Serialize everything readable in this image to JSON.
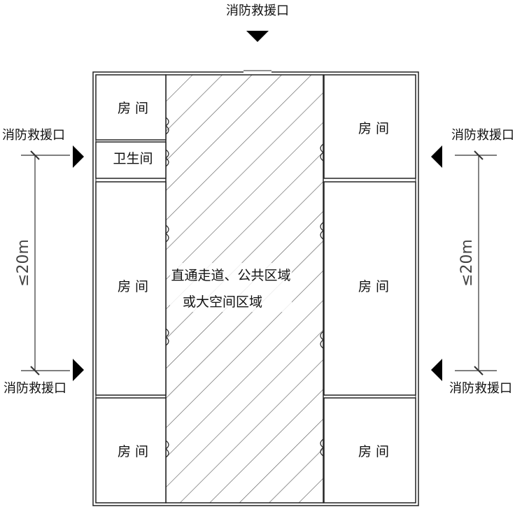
{
  "labels": {
    "rescue_top": "消防救援口",
    "rescue_left_top": "消防救援口",
    "rescue_left_bottom": "消防救援口",
    "rescue_right_top": "消防救援口",
    "rescue_right_bottom": "消防救援口",
    "room": "房 间",
    "toilet": "卫生间",
    "corridor_line1": "直通走道、公共区域",
    "corridor_line2": "或大空间区域",
    "dim_left": "≤20m",
    "dim_right": "≤20m"
  },
  "colors": {
    "wall": "#222222",
    "hatch": "#555555",
    "marker": "#000000",
    "dimension": "#333333"
  }
}
